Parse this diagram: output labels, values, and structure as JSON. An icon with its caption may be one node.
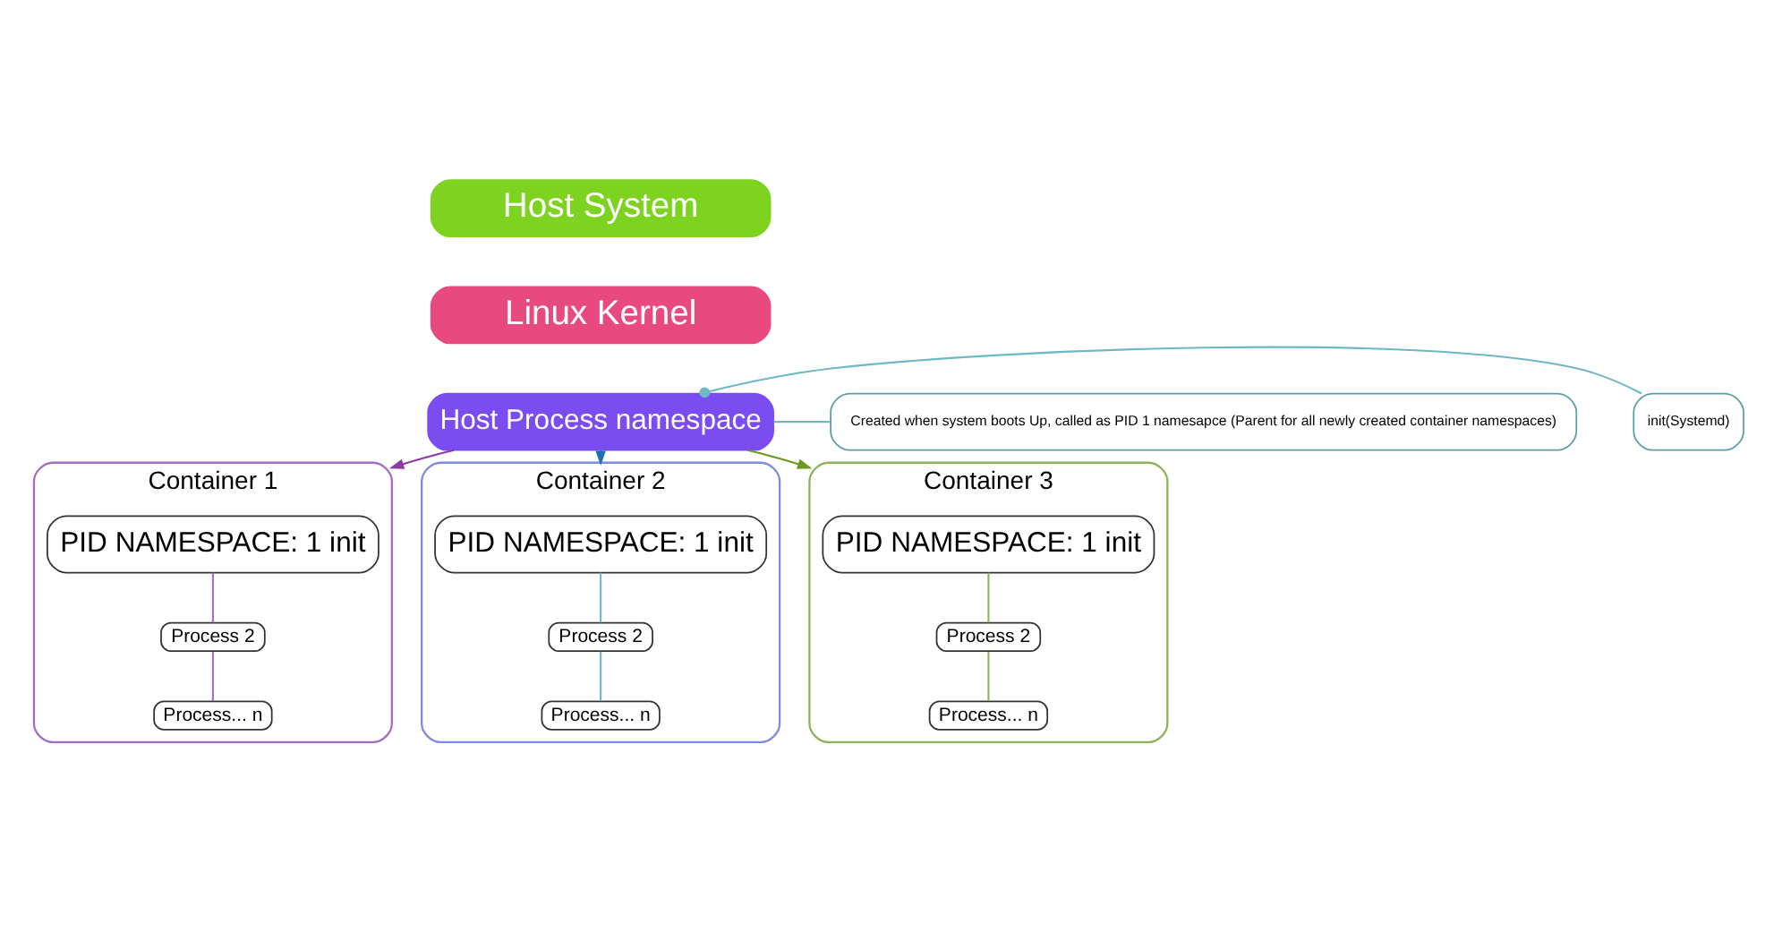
{
  "diagram": {
    "nodes": [
      {
        "text": [
          "Host System"
        ]
      },
      {
        "text": [
          "Linux Kernel"
        ]
      },
      {
        "text": [
          "Host Process namespace"
        ]
      },
      {
        "text": [
          "init(Systemd)"
        ]
      },
      {
        "text": [
          "Created when system boots Up, called as PID 1 namesapce (Parent for all newly created container namespaces)"
        ]
      },
      {
        "text": [
          "Container 1"
        ]
      },
      {
        "text": [
          "PID NAMESPACE: 1 init"
        ],
        "in": 5
      },
      {
        "text": [
          "Process 2"
        ],
        "in": 5
      },
      {
        "text": [
          "Process... n"
        ],
        "in": 5
      },
      {
        "text": [
          "Container 2"
        ]
      },
      {
        "text": [
          "PID NAMESPACE: 1 init"
        ],
        "in": 9
      },
      {
        "text": [
          "Process 2"
        ],
        "in": 9
      },
      {
        "text": [
          "Process... n"
        ],
        "in": 9
      },
      {
        "text": [
          "Container 3"
        ]
      },
      {
        "text": [
          "PID NAMESPACE: 1 init"
        ],
        "in": 13
      },
      {
        "text": [
          "Process 2"
        ],
        "in": 13
      },
      {
        "text": [
          "Process... n"
        ],
        "in": 13
      }
    ],
    "edges": [
      {
        "from": 3,
        "to": 2,
        "arrow": "other"
      },
      {
        "from": 2,
        "to": 4,
        "arrow": "none"
      },
      {
        "from": 2,
        "to": 5,
        "arrow": "to",
        "color": "#8e3aa8"
      },
      {
        "from": 2,
        "to": 9,
        "arrow": "to",
        "color": "#1f6fb5"
      },
      {
        "from": 2,
        "to": 13,
        "arrow": "to",
        "color": "#6a9a1f"
      },
      {
        "from": 6,
        "to": 7,
        "arrow": "none",
        "color": "#a46cc2"
      },
      {
        "from": 7,
        "to": 8,
        "arrow": "none",
        "color": "#a46cc2"
      },
      {
        "from": 10,
        "to": 11,
        "arrow": "none"
      },
      {
        "from": 11,
        "to": 12,
        "arrow": "none"
      },
      {
        "from": 14,
        "to": 15,
        "arrow": "none",
        "color": "#8cb35a"
      },
      {
        "from": 15,
        "to": 16,
        "arrow": "none",
        "color": "#8cb35a"
      }
    ]
  }
}
